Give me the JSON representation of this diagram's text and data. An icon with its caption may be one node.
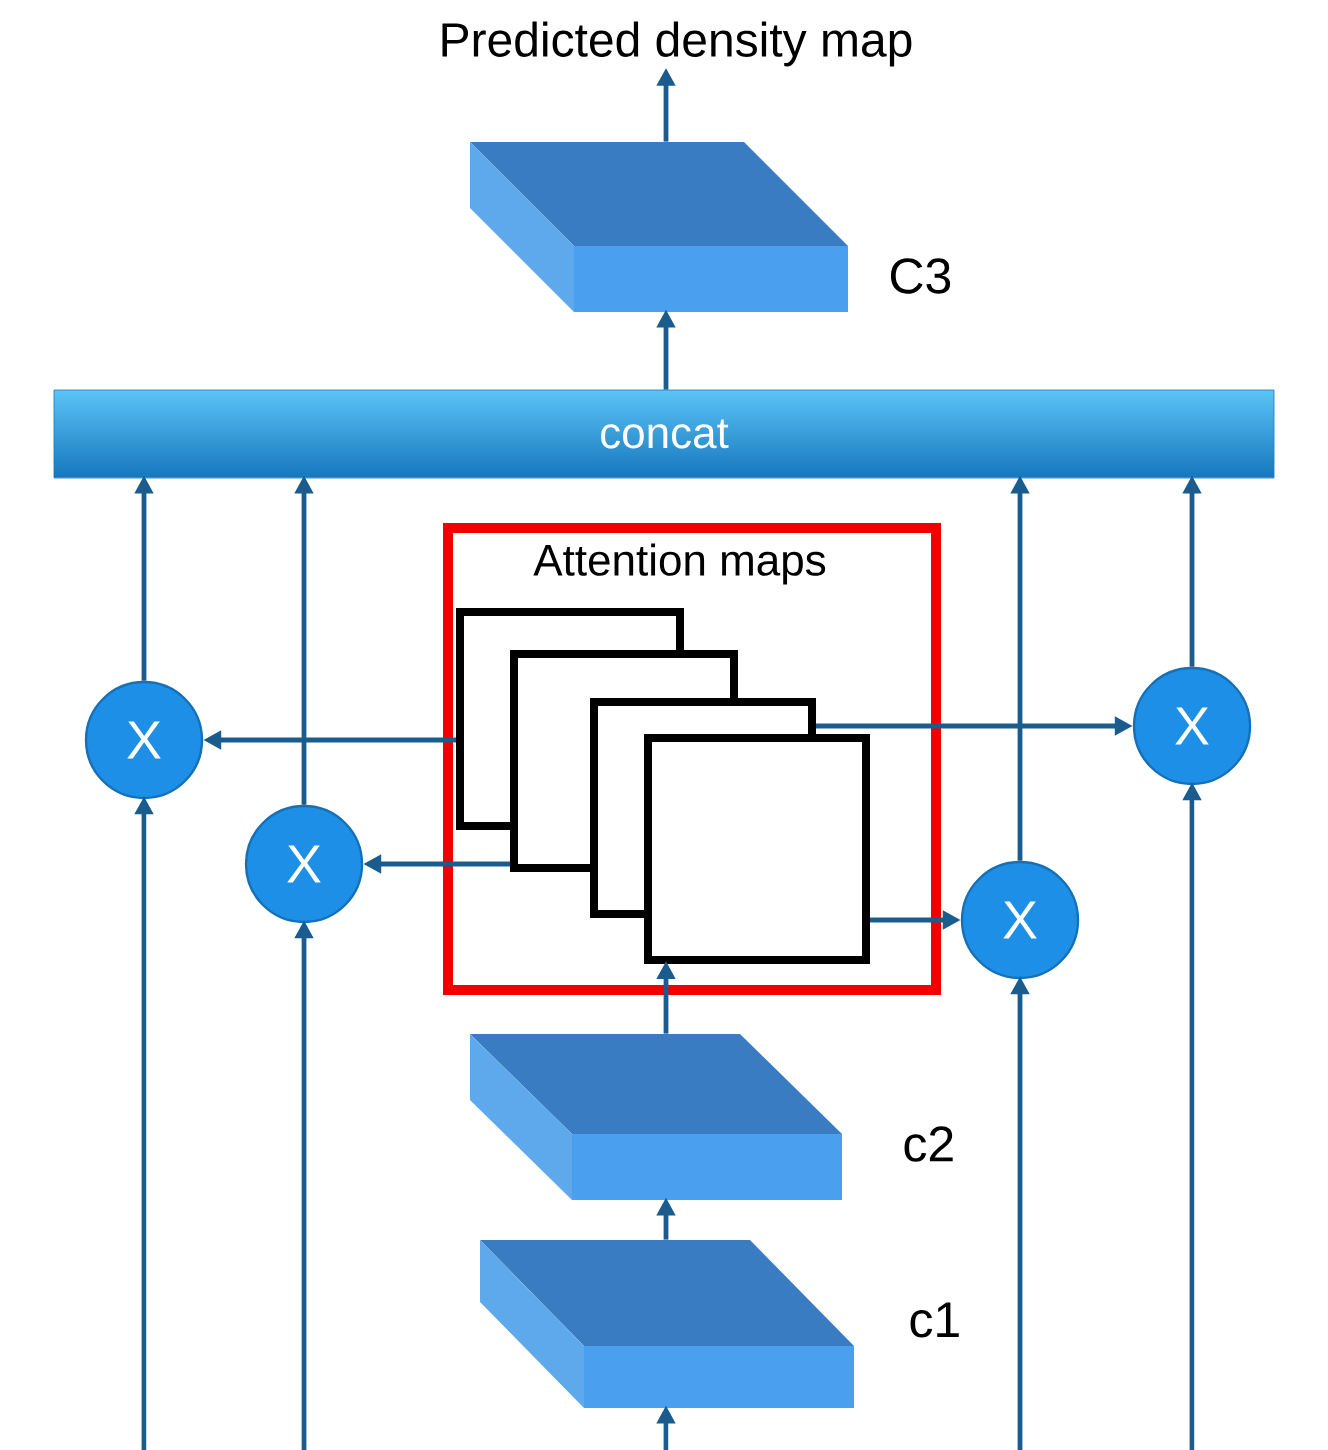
{
  "diagram": {
    "nodes": [
      {
        "text": [
          "Predicted density map"
        ]
      },
      {
        "text": [],
        "shape": "box",
        "beside": [
          "C3"
        ]
      },
      {
        "text": [
          "concat"
        ]
      },
      {
        "text": [
          "Attention maps"
        ]
      },
      {
        "text": [],
        "shape": "box",
        "in": 3
      },
      {
        "text": [],
        "shape": "box",
        "in": 3
      },
      {
        "text": [],
        "shape": "box",
        "in": 3
      },
      {
        "text": [],
        "shape": "box",
        "in": 3
      },
      {
        "text": [
          "X"
        ]
      },
      {
        "text": [
          "X"
        ]
      },
      {
        "text": [
          "X"
        ]
      },
      {
        "text": [
          "X"
        ]
      },
      {
        "text": [],
        "shape": "box",
        "beside": [
          "c2"
        ]
      },
      {
        "text": [],
        "shape": "box",
        "beside": [
          "c1"
        ]
      }
    ],
    "edges": [
      {
        "from": 1,
        "to": 0,
        "arrow": "to"
      },
      {
        "from": 2,
        "to": 1,
        "arrow": "to"
      },
      {
        "from": 8,
        "to": 2,
        "arrow": "to"
      },
      {
        "from": 9,
        "to": 2,
        "arrow": "to"
      },
      {
        "from": 10,
        "to": 2,
        "arrow": "to"
      },
      {
        "from": 11,
        "to": 2,
        "arrow": "to"
      },
      {
        "from": null,
        "to": 8,
        "arrow": "to"
      },
      {
        "from": null,
        "to": 9,
        "arrow": "to"
      },
      {
        "from": null,
        "to": 10,
        "arrow": "to"
      },
      {
        "from": null,
        "to": 11,
        "arrow": "to"
      },
      {
        "from": 4,
        "to": 8,
        "arrow": "to"
      },
      {
        "from": 5,
        "to": 9,
        "arrow": "to"
      },
      {
        "from": 6,
        "to": 11,
        "arrow": "to"
      },
      {
        "from": 7,
        "to": 10,
        "arrow": "to"
      },
      {
        "from": 12,
        "to": 7,
        "arrow": "to"
      },
      {
        "from": 13,
        "to": 12,
        "arrow": "to"
      },
      {
        "from": null,
        "to": 13,
        "arrow": "to"
      }
    ]
  }
}
